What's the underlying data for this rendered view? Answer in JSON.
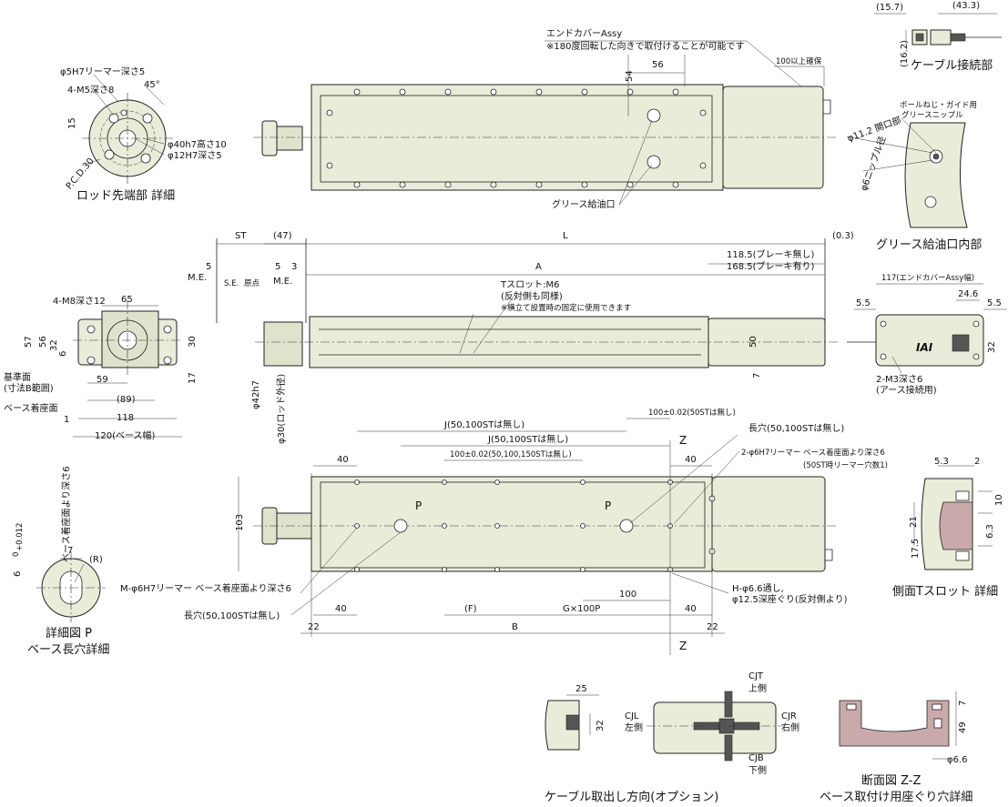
{
  "views": {
    "rod_tip": {
      "title": "ロッド先端部 詳細",
      "labels": [
        "φ5H7リーマー深さ5",
        "4-M5深さ8",
        "45°",
        "15",
        "P.C.D.30",
        "φ40h7高さ10",
        "φ12H7深さ5"
      ]
    },
    "top": {
      "labels": [
        "エンドカバーAssy",
        "※180度回転した向きで取付けることが可能です",
        "56",
        "54",
        "100以上確保",
        "グリース給油口"
      ]
    },
    "cable_connector": {
      "title": "ケーブル接続部",
      "labels": [
        "(15.7)",
        "(43.3)",
        "(16.2)"
      ]
    },
    "grease_port": {
      "title": "グリース給油口内部",
      "labels": [
        "ボールねじ・ガイド用",
        "グリースニップル",
        "φ11.2 開口部",
        "φ6ニップル径"
      ]
    },
    "side": {
      "labels": [
        "ST",
        "(47)",
        "L",
        "(0.3)",
        "A",
        "118.5(ブレーキ無し)",
        "168.5(ブレーキ有り)",
        "M.E.",
        "5",
        "S.E.",
        "原点",
        "5",
        "M.E.",
        "3",
        "Tスロット:M6",
        "(反対側も同様)",
        "※横立て設置時の固定に使用できます",
        "50",
        "7",
        "φ42h7",
        "φ30(ロッド外径)"
      ]
    },
    "front": {
      "labels": [
        "4-M8深さ12",
        "65",
        "57",
        "56",
        "32",
        "6",
        "30",
        "17",
        "59",
        "(89)",
        "118",
        "120(ベース幅)",
        "基準面",
        "(寸法B範囲)",
        "ベース着座面",
        "1"
      ]
    },
    "rear": {
      "labels": [
        "117(エンドカバーAssy幅)",
        "5.5",
        "24.6",
        "5.5",
        "32",
        "2-M3深さ6",
        "(アース接続用)",
        "IAI"
      ]
    },
    "bottom": {
      "labels": [
        "J(50,100STは無し)",
        "J(50,100STは無し)",
        "100±0.02(50,100,150STは無し)",
        "100±0.02(50STは無し)",
        "長穴(50,100STは無し)",
        "2-φ6H7リーマー ベース着座面より深さ6",
        "(50ST時リーマー穴数1)",
        "40",
        "40",
        "Z",
        "Z",
        "103",
        "P",
        "P",
        "M-φ6H7リーマー ベース着座面より深さ6",
        "長穴(50,100STは無し)",
        "40",
        "(F)",
        "G×100P",
        "100",
        "40",
        "22",
        "B",
        "22",
        "H-φ6.6通し,",
        "φ12.5深座ぐり(反対側より)"
      ]
    },
    "detail_p": {
      "title_line1": "詳細図 P",
      "title_line2": "ベース長穴詳細",
      "labels": [
        "7",
        "(R)",
        "6",
        "+0.012",
        "0",
        "ベース着座面より深さ6"
      ]
    },
    "t_slot": {
      "title": "側面Tスロット 詳細",
      "labels": [
        "5.3",
        "2",
        "21",
        "6.3",
        "17.5",
        "10"
      ]
    },
    "cable_option": {
      "title": "ケーブル取出し方向(オプション)",
      "labels": [
        "25",
        "32",
        "CJL",
        "左側",
        "CJT",
        "上側",
        "CJR",
        "右側",
        "CJB",
        "下側"
      ]
    },
    "section_zz": {
      "title_line1": "断面図 Z-Z",
      "title_line2": "ベース取付け用座ぐり穴詳細",
      "labels": [
        "7",
        "49",
        "φ6.6"
      ]
    }
  }
}
